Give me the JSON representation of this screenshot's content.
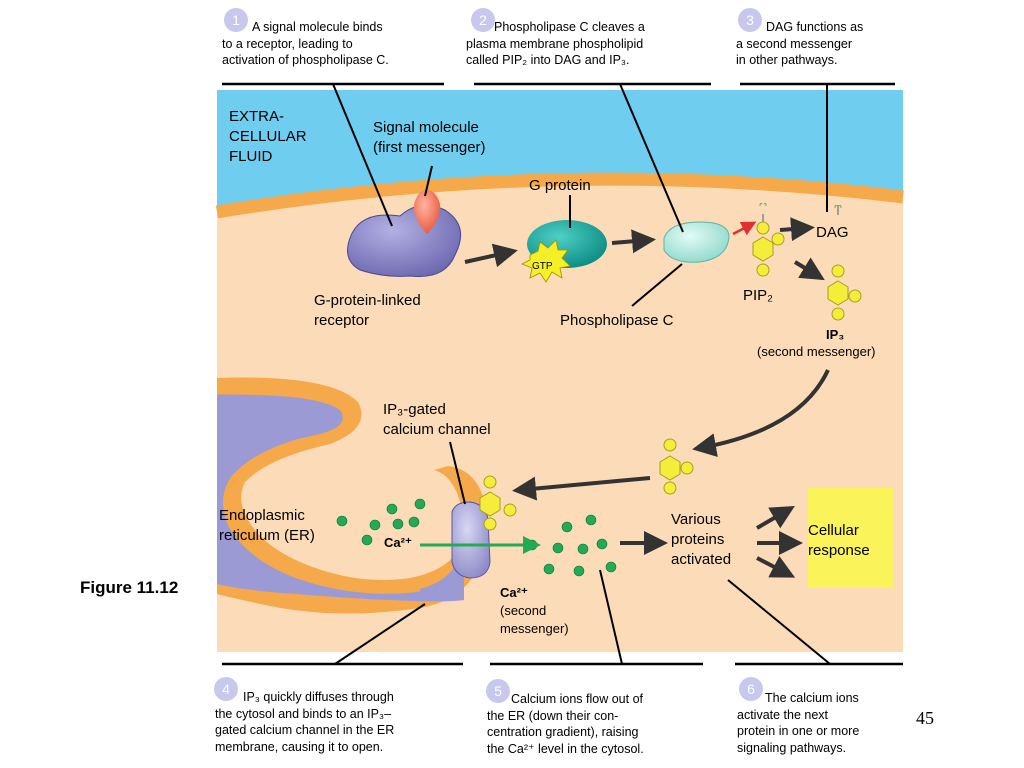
{
  "steps": [
    {
      "num": "1",
      "lines": [
        "A signal molecule binds",
        "to a receptor, leading to",
        "activation of phospholipase C."
      ]
    },
    {
      "num": "2",
      "lines": [
        "Phospholipase C cleaves a",
        "plasma membrane phospholipid",
        "called PIP₂ into DAG and IP₃."
      ]
    },
    {
      "num": "3",
      "lines": [
        "DAG functions as",
        "a second messenger",
        "in other pathways."
      ]
    },
    {
      "num": "4",
      "lines": [
        "IP₃ quickly diffuses through",
        "the cytosol and binds to an IP₃–",
        "gated calcium channel in the ER",
        "membrane, causing it to open."
      ]
    },
    {
      "num": "5",
      "lines": [
        "Calcium ions flow out of",
        "the ER (down their con-",
        "centration gradient), raising",
        "the Ca²⁺ level in the cytosol."
      ]
    },
    {
      "num": "6",
      "lines": [
        "The calcium ions",
        "activate the next",
        "protein in one or more",
        "signaling pathways."
      ]
    }
  ],
  "labels": {
    "extracellular": [
      "EXTRA-",
      "CELLULAR",
      "FLUID"
    ],
    "signal_molecule": [
      "Signal molecule",
      "(first messenger)"
    ],
    "g_protein": "G protein",
    "gtp": "GTP",
    "receptor": [
      "G-protein-linked",
      "receptor"
    ],
    "phospholipase": "Phospholipase C",
    "dag": "DAG",
    "pip2": "PIP₂",
    "ip3": "IP₃",
    "ip3_role": "(second messenger)",
    "channel": [
      "IP₃-gated",
      "calcium channel"
    ],
    "er": [
      "Endoplasmic",
      "reticulum (ER)"
    ],
    "ca_in": "Ca²⁺",
    "ca_out": [
      "Ca²⁺",
      "(second",
      "messenger)"
    ],
    "proteins": [
      "Various",
      "proteins",
      "activated"
    ],
    "response": [
      "Cellular",
      "response"
    ]
  },
  "figure_label": "Figure 11.12",
  "page_number": "45",
  "colors": {
    "extracellular": "#6fcdf0",
    "cytosol": "#fcdcb8",
    "membrane": "#f5a94a",
    "er": "#9c9ad4",
    "receptor": "#7f7bbf",
    "g_protein": "#1aa9a0",
    "phospholipase": "#a8e6dc",
    "molecule": "#f4ee3a",
    "calcium": "#22aa55",
    "arrow": "#333333",
    "response": "#fbf35a"
  }
}
